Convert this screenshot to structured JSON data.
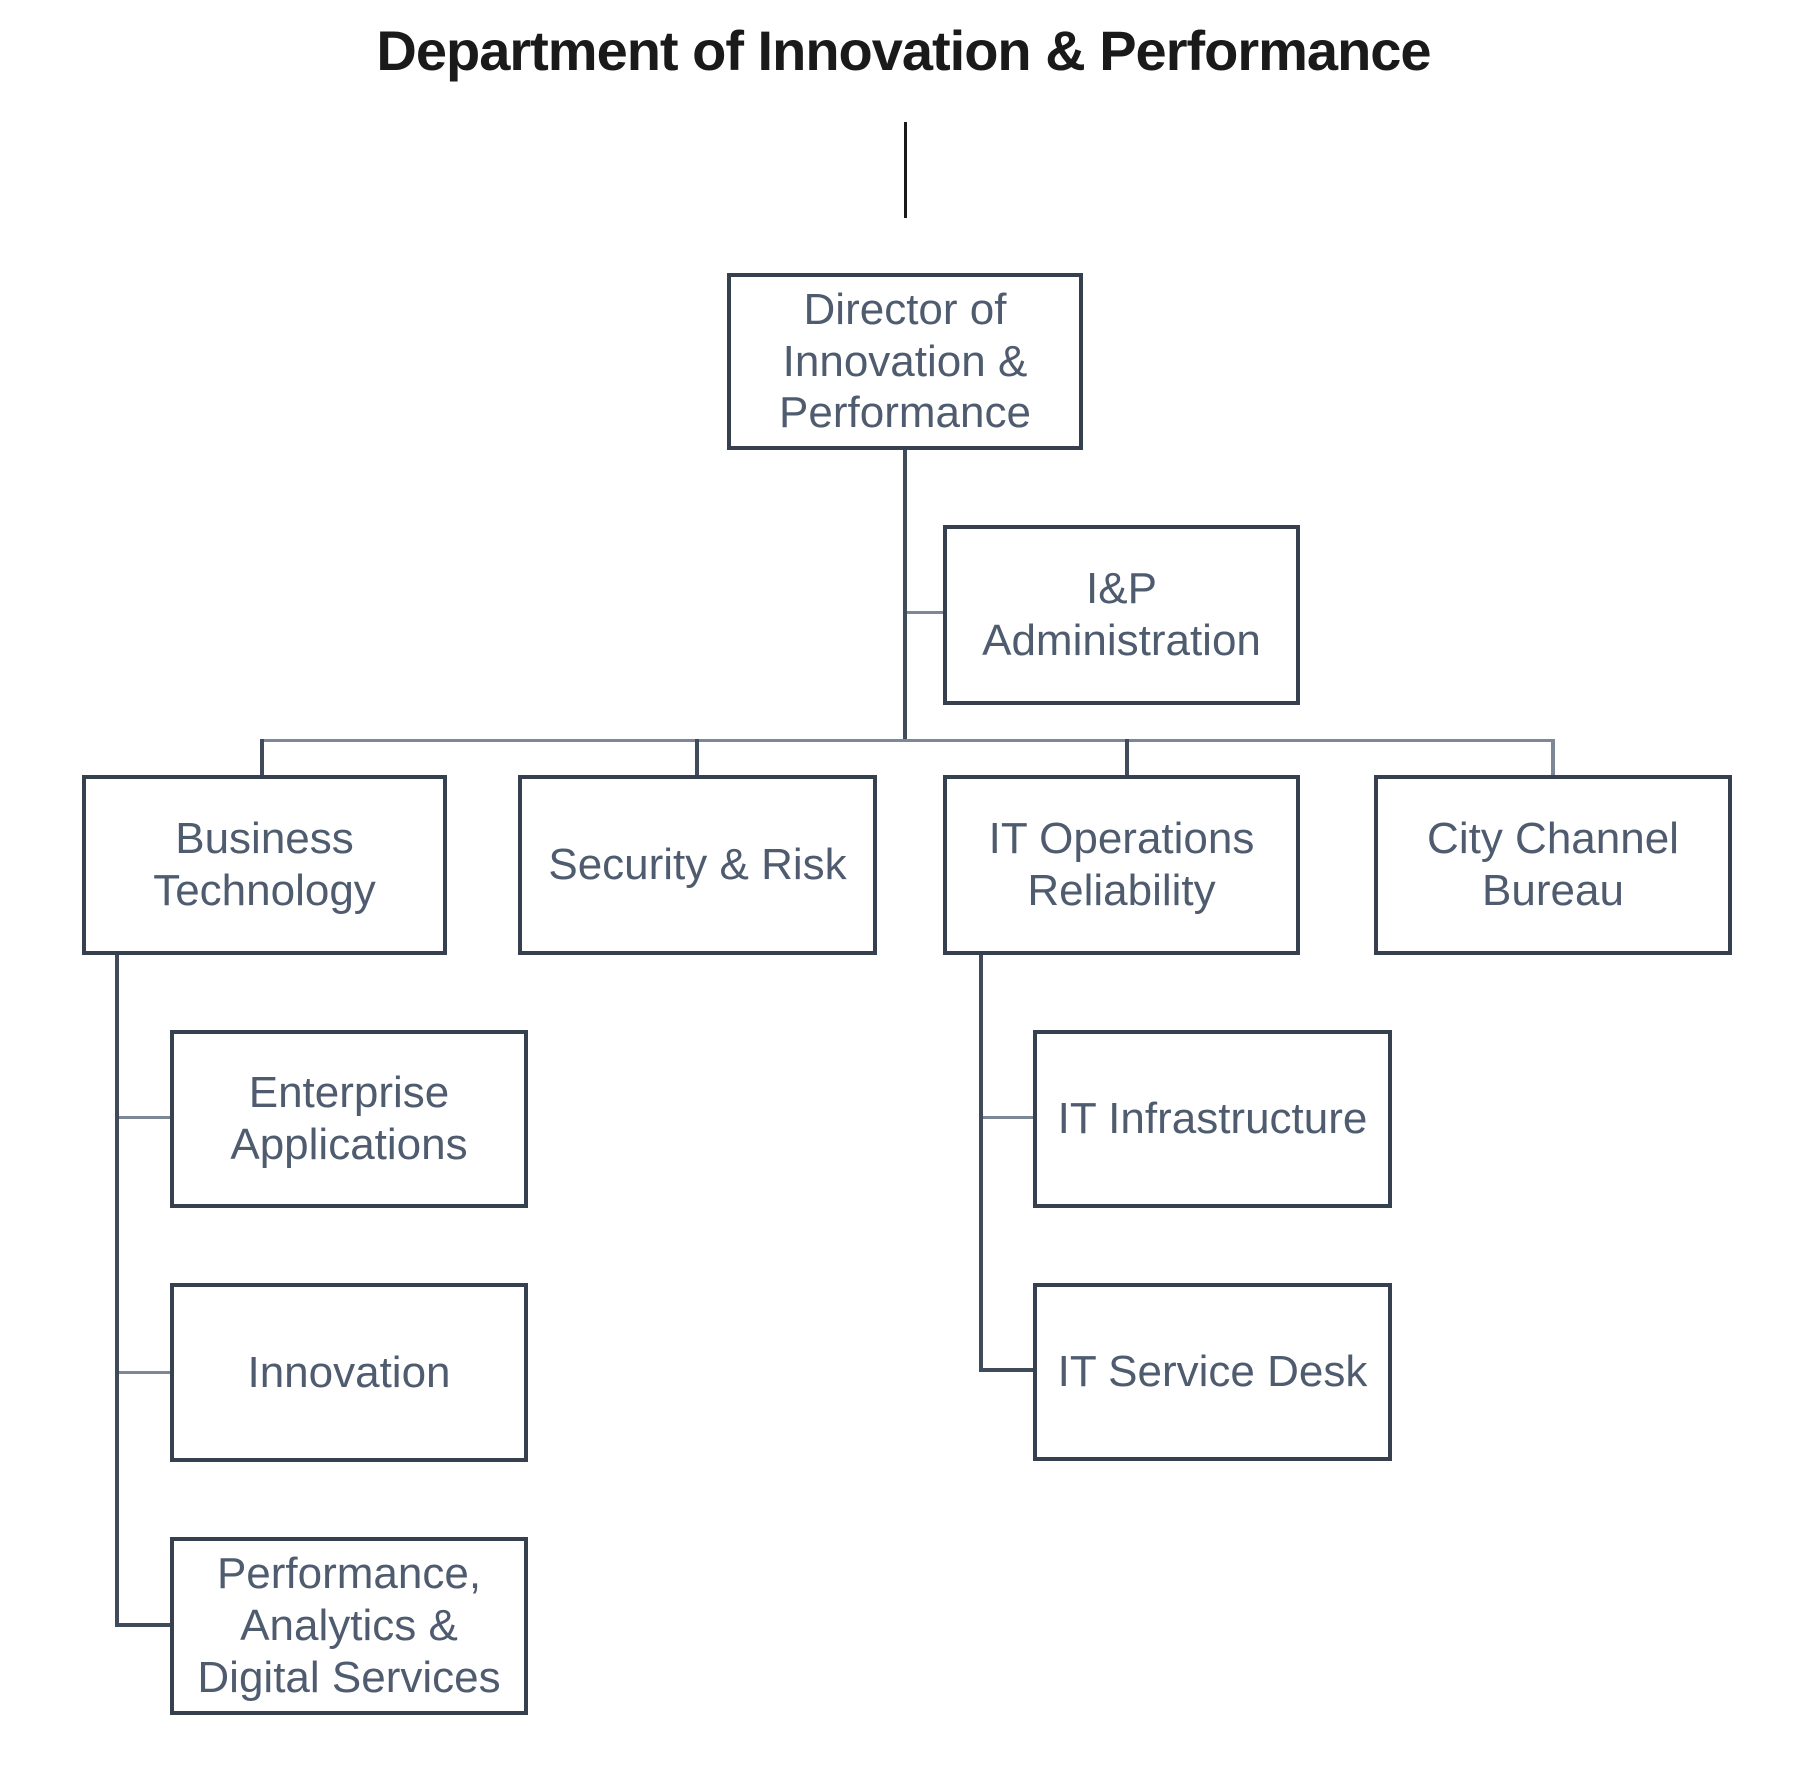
{
  "title": "Department of Innovation & Performance",
  "colors": {
    "background": "#FFFFFF",
    "box_border": "#36404E",
    "box_text": "#4F5C6F",
    "connector_dark": "#3F4B5B",
    "connector_gray": "#7D8795",
    "title_text": "#1A1A1A"
  },
  "nodes": {
    "director": {
      "label": "Director of\nInnovation &\nPerformance"
    },
    "admin": {
      "label": "I&P\nAdministration"
    },
    "business_technology": {
      "label": "Business\nTechnology"
    },
    "security_risk": {
      "label": "Security & Risk"
    },
    "it_operations_reliability": {
      "label": "IT Operations\nReliability"
    },
    "city_channel_bureau": {
      "label": "City Channel\nBureau"
    },
    "enterprise_applications": {
      "label": "Enterprise\nApplications"
    },
    "innovation": {
      "label": "Innovation"
    },
    "performance_analytics_digital": {
      "label": "Performance,\nAnalytics &\nDigital Services"
    },
    "it_infrastructure": {
      "label": "IT Infrastructure"
    },
    "it_service_desk": {
      "label": "IT Service Desk"
    }
  },
  "hierarchy": {
    "root": "director",
    "director_children": [
      "admin",
      "business_technology",
      "security_risk",
      "it_operations_reliability",
      "city_channel_bureau"
    ],
    "business_technology_children": [
      "enterprise_applications",
      "innovation",
      "performance_analytics_digital"
    ],
    "it_operations_reliability_children": [
      "it_infrastructure",
      "it_service_desk"
    ]
  }
}
